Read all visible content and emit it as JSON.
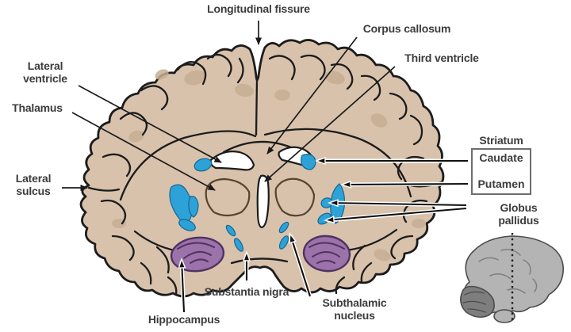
{
  "labels": {
    "longitudinal_fissure": "Longitudinal fissure",
    "corpus_callosum": "Corpus callosum",
    "third_ventricle": "Third ventricle",
    "lateral_ventricle": "Lateral\nventricle",
    "thalamus": "Thalamus",
    "lateral_sulcus": "Lateral\nsulcus",
    "striatum": "Striatum",
    "caudate": "Caudate",
    "putamen": "Putamen",
    "globus_pallidus": "Globus pallidus",
    "substantia_nigra": "Substantia nigra",
    "hippocampus": "Hippocampus",
    "subthalamic_nucleus": "Subthalamic\nnucleus"
  },
  "colors": {
    "cortex": "#d8c2ac",
    "cortex_shade": "#c7ae94",
    "nuclei_blue": "#2da2d8",
    "hippocampus_purple": "#9c72ab",
    "ventricle_white": "#ffffff",
    "outline": "#1c1c1c",
    "inset_grey": "#b4b4b4",
    "inset_cerebellum_grey": "#7e7e7e",
    "label_text": "#3c3c3c"
  }
}
